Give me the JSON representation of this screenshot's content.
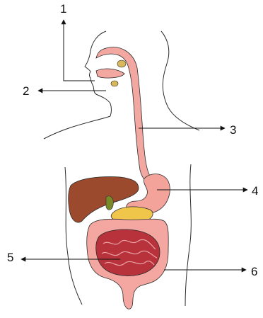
{
  "labels": {
    "label_1": "1",
    "label_2": "2",
    "label_3": "3",
    "label_4": "4",
    "label_5": "5",
    "label_6": "6"
  },
  "colors": {
    "outline": "#2b2b2b",
    "esophagus": "#f2a7a0",
    "stomach": "#f4a39b",
    "liver": "#9c4a2e",
    "gallbladder": "#7a8a2a",
    "pancreas": "#f0c64a",
    "small_intestine": "#b8323c",
    "large_intestine": "#f3a7a0",
    "salivary_gland": "#d9b85c"
  }
}
